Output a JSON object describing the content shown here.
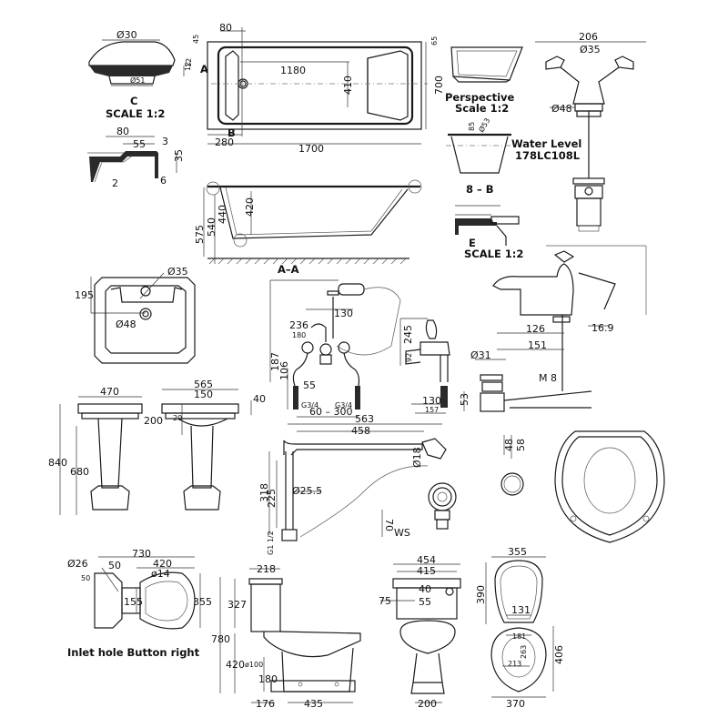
{
  "sheet": {
    "background": "#ffffff",
    "line_color": "#1a1a1a"
  },
  "detail_c": {
    "dia_top": "Ø30",
    "dia_bottom": "Ø51",
    "height_12": "12",
    "title": "C",
    "scale": "SCALE  1:2"
  },
  "bath_plan": {
    "dim_80": "80",
    "dim_45": "45",
    "dim_12": "12",
    "dim_65": "65",
    "section_a": "A",
    "section_b": "B",
    "inner_length": "1180",
    "inner_width": "410",
    "width": "700",
    "waste_offset": "280",
    "length": "1700"
  },
  "perspective": {
    "title": "Perspective",
    "scale": "Scale 1:2"
  },
  "section_b": {
    "dim_85": "85",
    "dia_53": "Ø53",
    "water_level": "Water Level",
    "code": "178LC108L",
    "title": "8 – B"
  },
  "detail_e": {
    "title": "E",
    "scale": "SCALE  1:2"
  },
  "rim_detail": {
    "dim_80": "80",
    "dim_55": "55",
    "dim_3": "3",
    "dim_35": "35",
    "dim_2": "2",
    "dim_6": "6"
  },
  "bath_section": {
    "dim_575": "575",
    "dim_540": "540",
    "dim_440": "440",
    "dim_420": "420",
    "title": "A–A"
  },
  "basin_mixer_front": {
    "width": "206",
    "dia_35": "Ø35",
    "dia_48": "Ø48"
  },
  "basin_plan": {
    "dim_195": "195",
    "dia_35": "Ø35",
    "dia_48": "Ø48"
  },
  "bath_shower_mixer": {
    "dim_130": "130",
    "dim_236": "236",
    "dim_180": "180",
    "dim_187": "187",
    "dim_106": "106",
    "dim_55": "55",
    "thread_left": "G3/4",
    "thread_right": "G3/4",
    "centres": "60 – 300"
  },
  "bath_shower_mixer_side": {
    "dim_245": "245",
    "dim_92": "92",
    "dim_130": "130",
    "dim_157": "157"
  },
  "basin_mixer_side": {
    "dim_126": "126",
    "dim_151": "151",
    "dim_16_9": "16.9",
    "dia_31": "Ø31",
    "thread": "M 8",
    "dim_53": "53"
  },
  "pedestal_basins": {
    "width_470": "470",
    "width_565": "565",
    "holes_150": "150",
    "dim_40": "40",
    "dim_200": "200",
    "dim_20": "20",
    "height_840": "840",
    "height_680": "680"
  },
  "bath_waste": {
    "length_563": "563",
    "length_458": "458",
    "dia_18": "Ø18",
    "dia_25_5": "Ø25.5",
    "height_318": "318",
    "height_225": "225",
    "thread": "G1 1/2",
    "dim_70": "70",
    "ws": "WS"
  },
  "click_waste": {
    "dim_48": "48",
    "dim_58": "58"
  },
  "wc_plan": {
    "dia_26": "Ø26",
    "dim_50a": "50",
    "dim_50b": "50",
    "length_730": "730",
    "length_420": "420",
    "dia_14": "ø14",
    "dim_155": "155",
    "width_355": "355",
    "note": "Inlet hole Button right"
  },
  "wc_side": {
    "cistern_218": "218",
    "height_327": "327",
    "height_780": "780",
    "height_420": "420",
    "dia_100": "ø100",
    "height_180": "180",
    "dim_176": "176",
    "length_435": "435"
  },
  "wc_front": {
    "width_454": "454",
    "width_415": "415",
    "dim_40": "40",
    "dim_75": "75",
    "dim_55": "55",
    "foot_200": "200"
  },
  "toilet_seat": {
    "width_355": "355",
    "height_390": "390",
    "hinge_131": "131",
    "dim_181": "181",
    "dim_263": "263",
    "dim_213": "213",
    "height_406": "406",
    "width_370": "370"
  }
}
